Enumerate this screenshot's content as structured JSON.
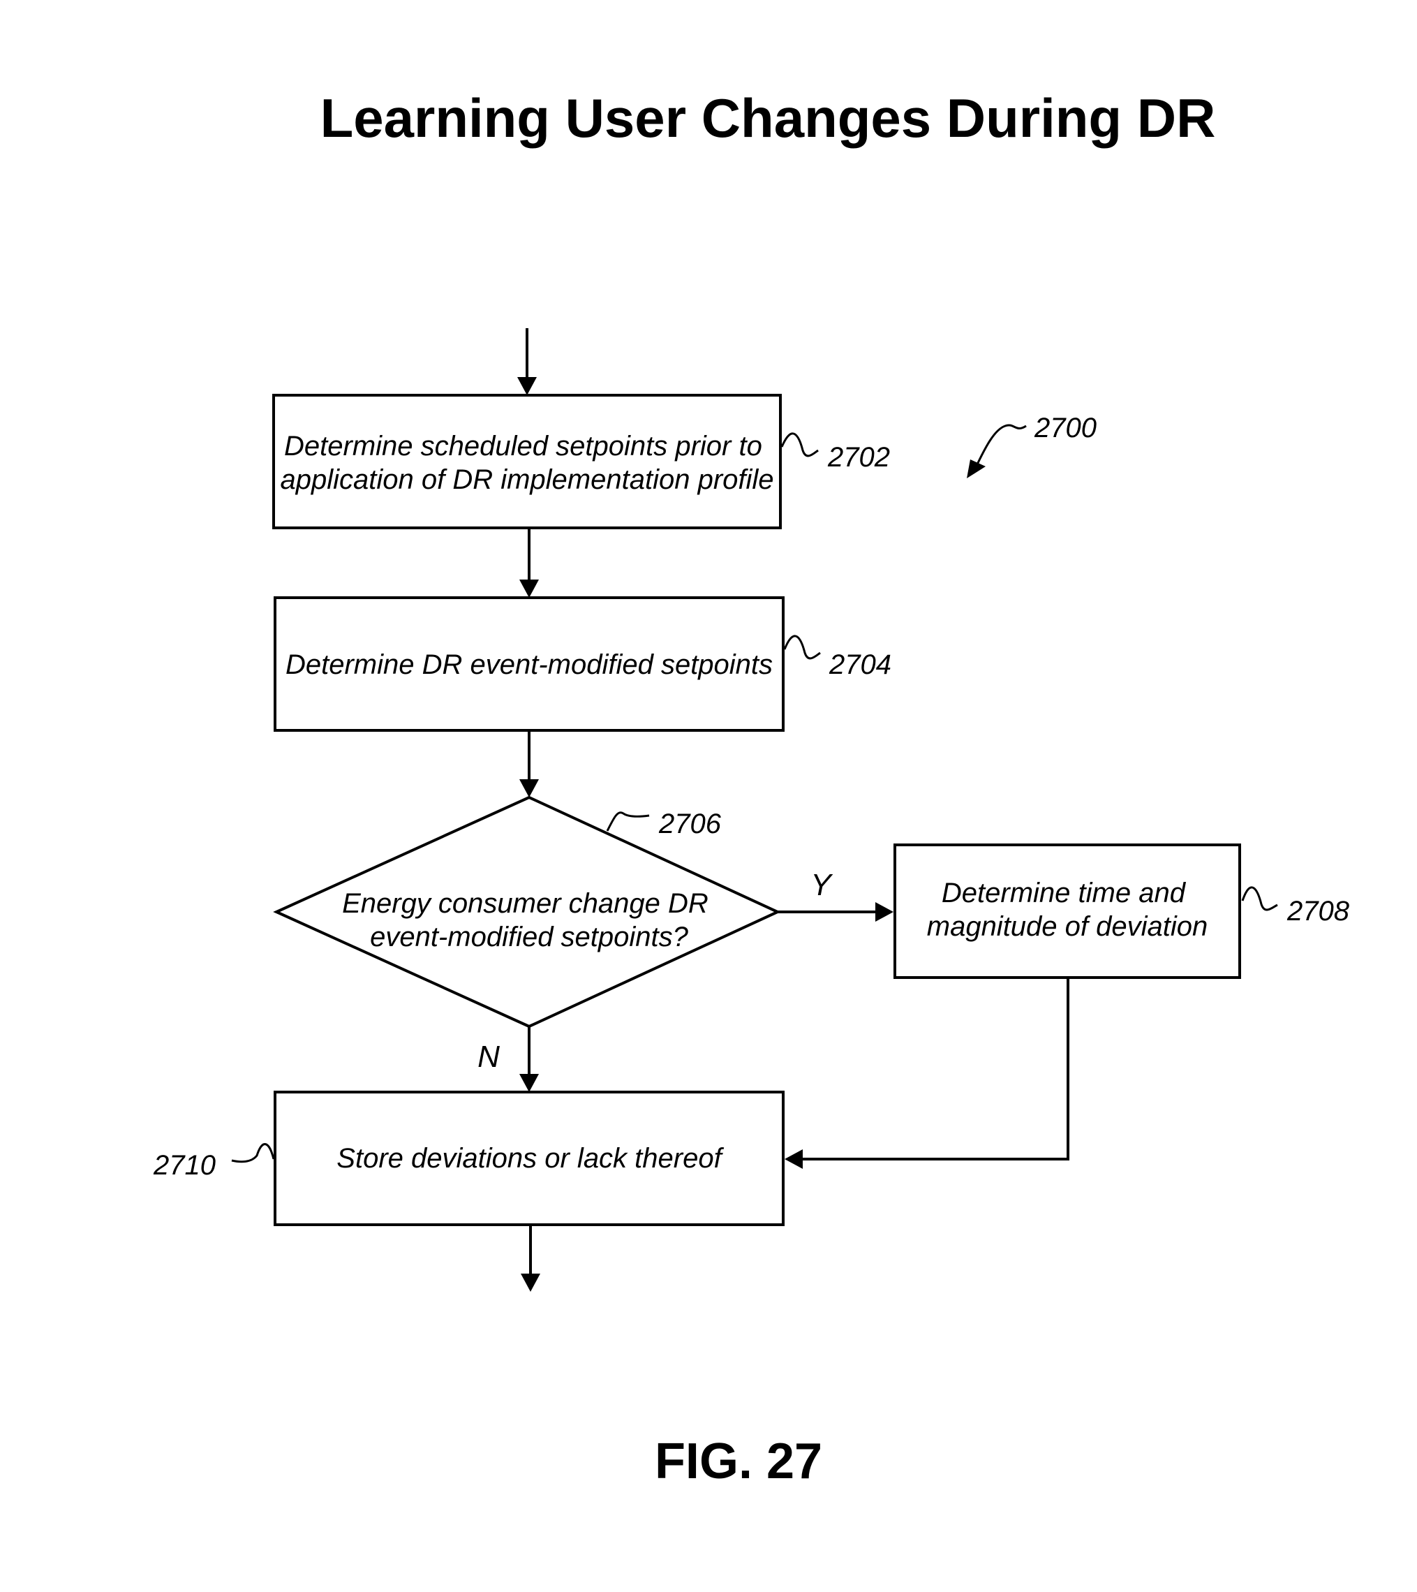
{
  "title": "Learning User Changes During DR",
  "figure_label": "FIG. 27",
  "figure_ref": "2700",
  "steps": {
    "s2702": {
      "ref": "2702",
      "lines": [
        "Determine scheduled setpoints prior to",
        "application of DR implementation profile"
      ]
    },
    "s2704": {
      "ref": "2704",
      "lines": [
        "Determine DR event-modified setpoints"
      ]
    },
    "s2706": {
      "ref": "2706",
      "lines": [
        "Energy consumer change DR",
        "event-modified setpoints?"
      ]
    },
    "s2708": {
      "ref": "2708",
      "lines": [
        "Determine time and",
        "magnitude of deviation"
      ]
    },
    "s2710": {
      "ref": "2710",
      "lines": [
        "Store deviations or lack thereof"
      ]
    }
  },
  "branches": {
    "yes": "Y",
    "no": "N"
  }
}
